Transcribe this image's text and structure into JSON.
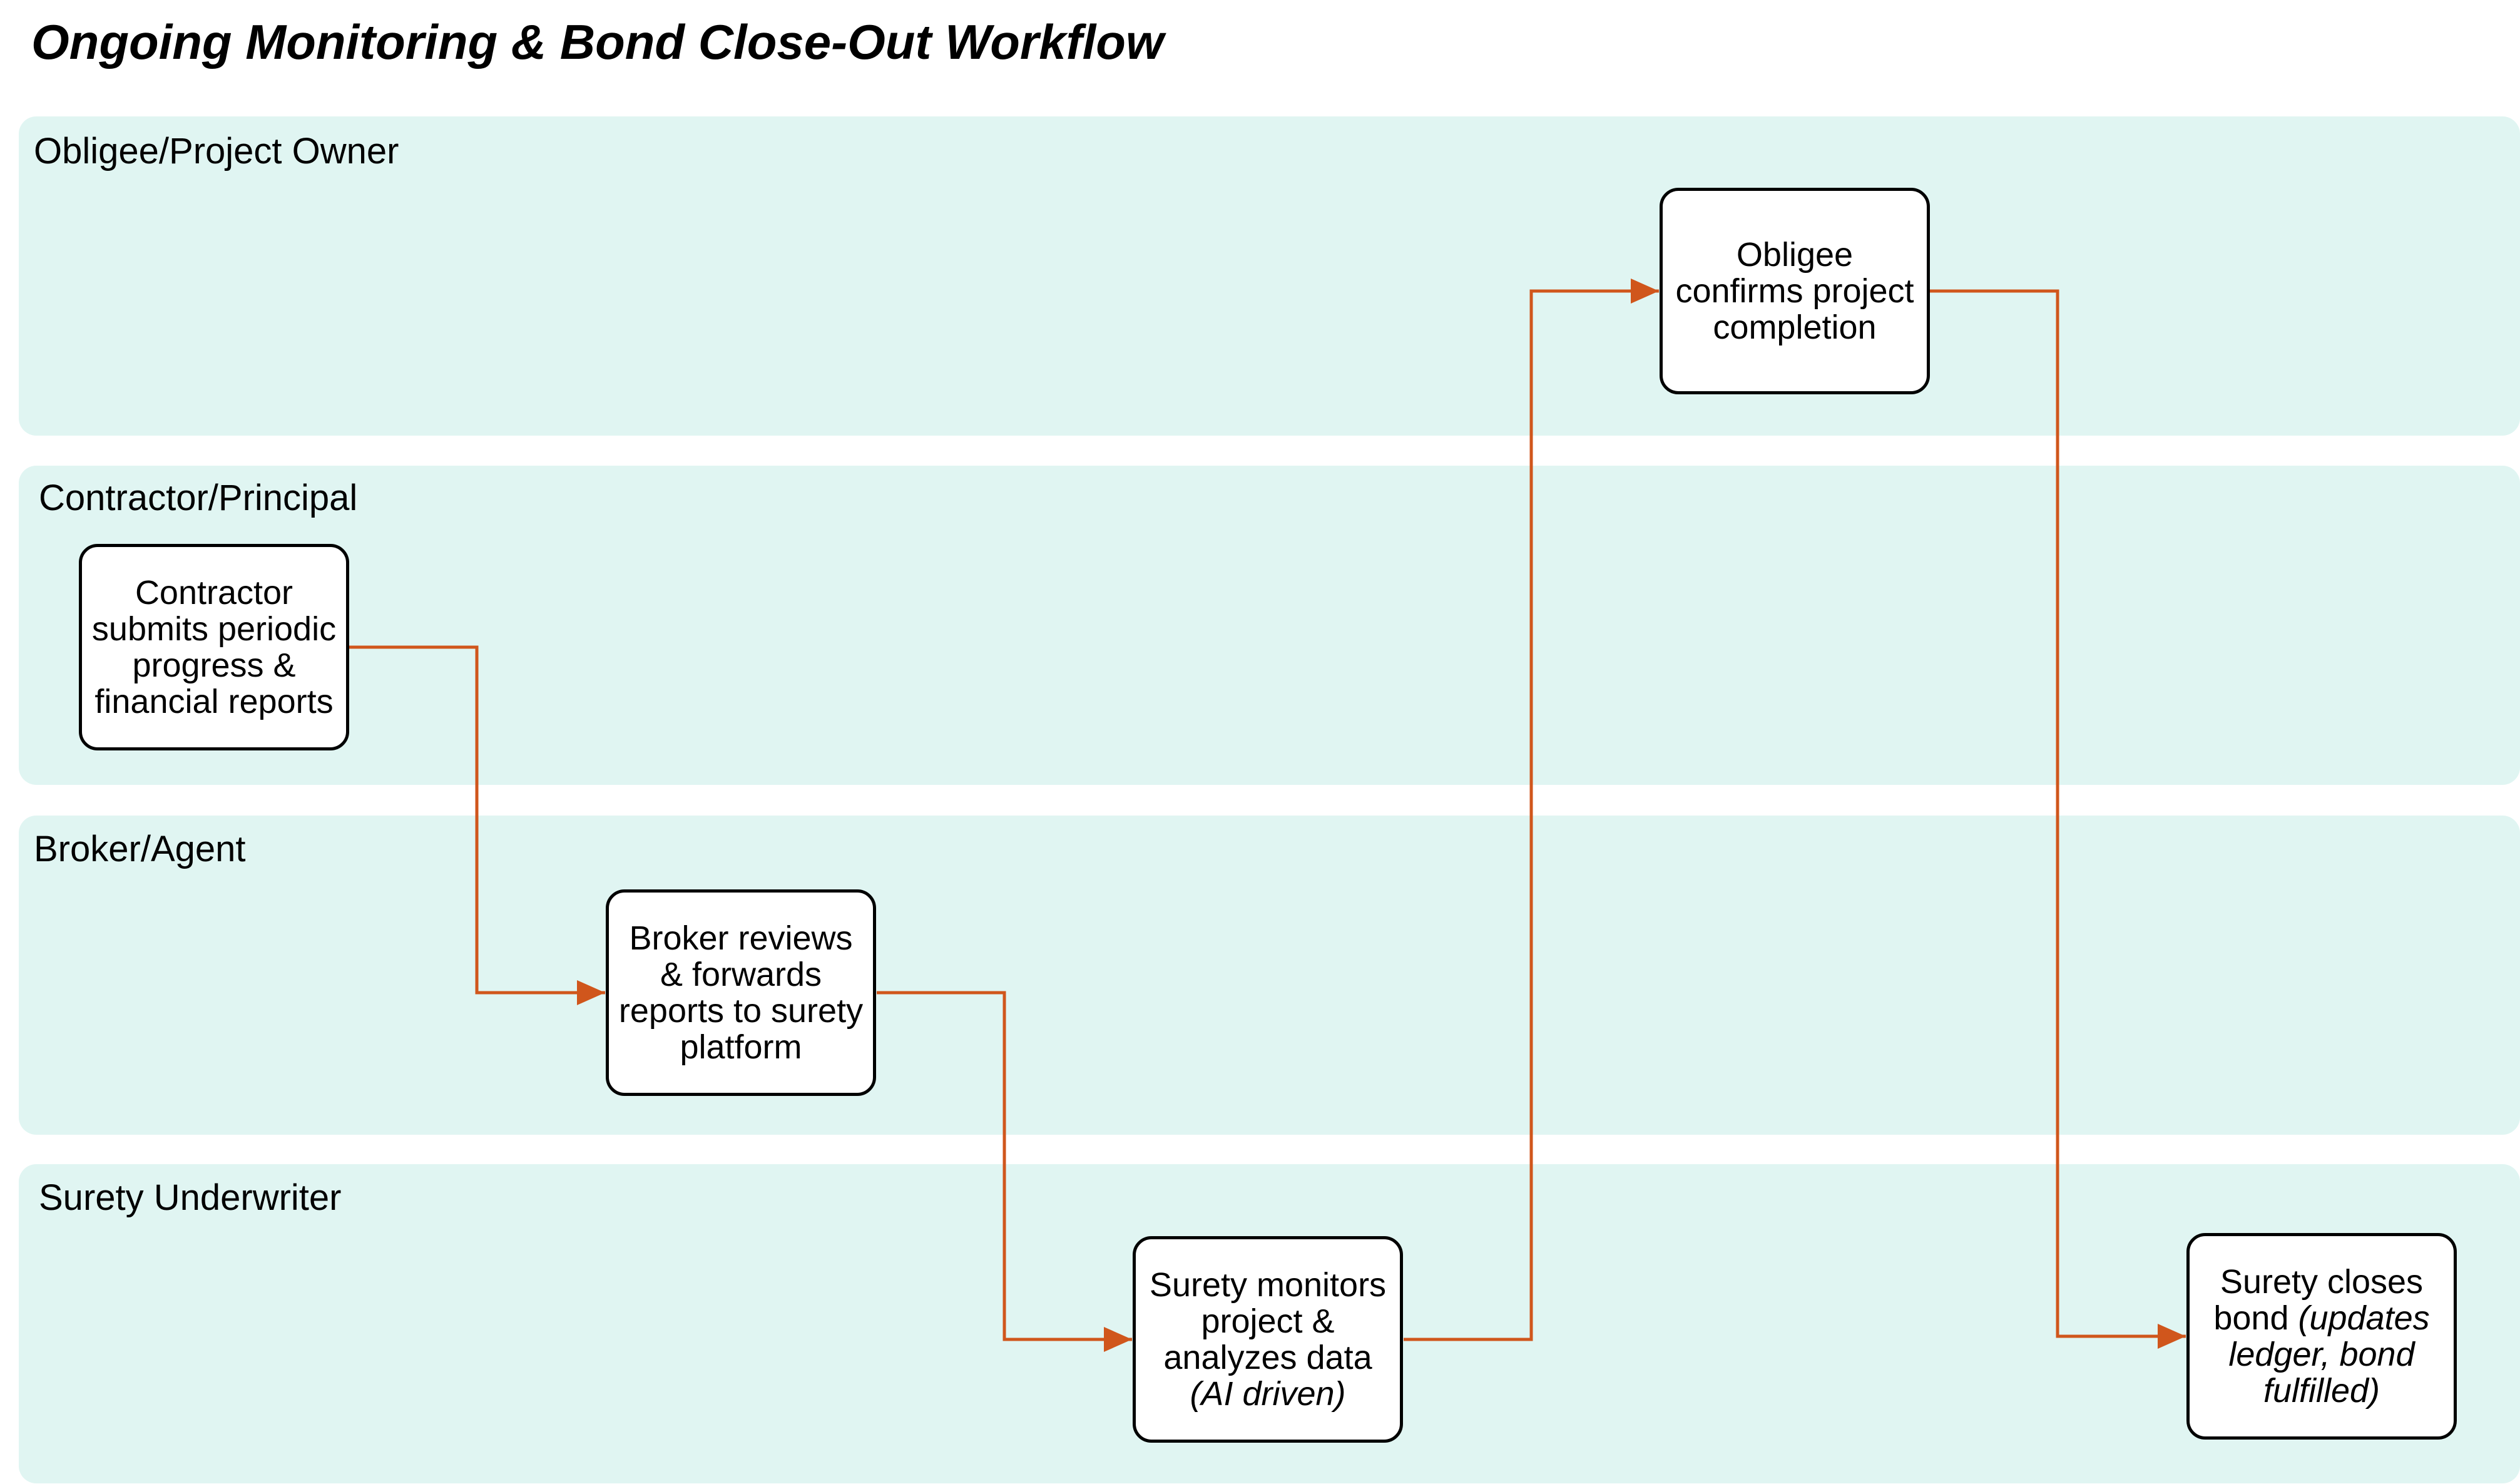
{
  "title": "Ongoing Monitoring & Bond Close-Out Workflow",
  "colors": {
    "lane_background": "#e0f5f2",
    "connector": "#d0561c",
    "node_border": "#000000"
  },
  "lanes": [
    {
      "label": "Obligee/Project Owner"
    },
    {
      "label": "Contractor/Principal"
    },
    {
      "label": "Broker/Agent"
    },
    {
      "label": "Surety Underwriter"
    }
  ],
  "nodes": {
    "contractor_submits": {
      "text": "Contractor submits periodic progress & financial reports"
    },
    "broker_reviews": {
      "text": "Broker reviews & forwards reports to surety platform"
    },
    "surety_monitors": {
      "text": "Surety monitors project & analyzes data ",
      "italic": "(AI driven)"
    },
    "obligee_confirms": {
      "text": "Obligee confirms project completion"
    },
    "surety_closes": {
      "text": "Surety closes bond ",
      "italic": "(updates ledger, bond fulfilled)"
    }
  },
  "connections": [
    {
      "from": "contractor_submits",
      "to": "broker_reviews"
    },
    {
      "from": "broker_reviews",
      "to": "surety_monitors"
    },
    {
      "from": "surety_monitors",
      "to": "obligee_confirms"
    },
    {
      "from": "obligee_confirms",
      "to": "surety_closes"
    }
  ]
}
